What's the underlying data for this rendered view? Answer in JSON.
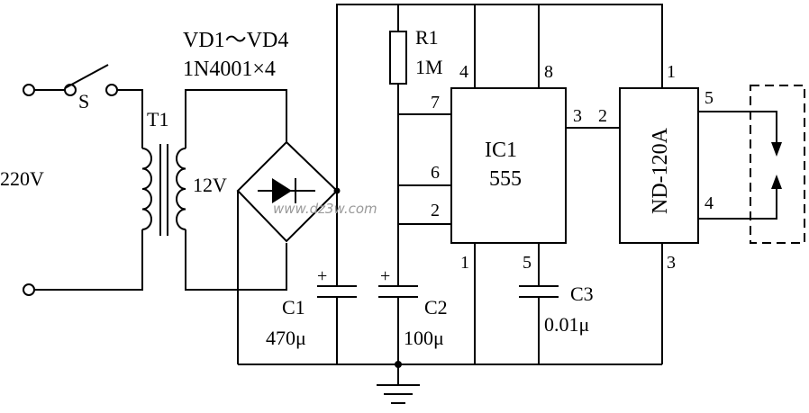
{
  "labels": {
    "mains": "220V",
    "switch": "S",
    "transformer": "T1",
    "secondary_voltage": "12V",
    "rectifier_name": "VD1～VD4",
    "rectifier_part": "1N4001×4",
    "r1_name": "R1",
    "r1_value": "1M",
    "ic1_name": "IC1",
    "ic1_part": "555",
    "module": "ND-120A",
    "c1_name": "C1",
    "c1_value": "470μ",
    "c2_name": "C2",
    "c2_value": "100μ",
    "c3_name": "C3",
    "c3_value": "0.01μ",
    "plus": "+",
    "watermark": "www.dz3w.com"
  },
  "pins": {
    "ic_4": "4",
    "ic_8": "8",
    "ic_7": "7",
    "ic_6": "6",
    "ic_2": "2",
    "ic_3": "3",
    "ic_1": "1",
    "ic_5": "5",
    "mod_1": "1",
    "mod_2": "2",
    "mod_5": "5",
    "mod_4": "4",
    "mod_3": "3"
  }
}
